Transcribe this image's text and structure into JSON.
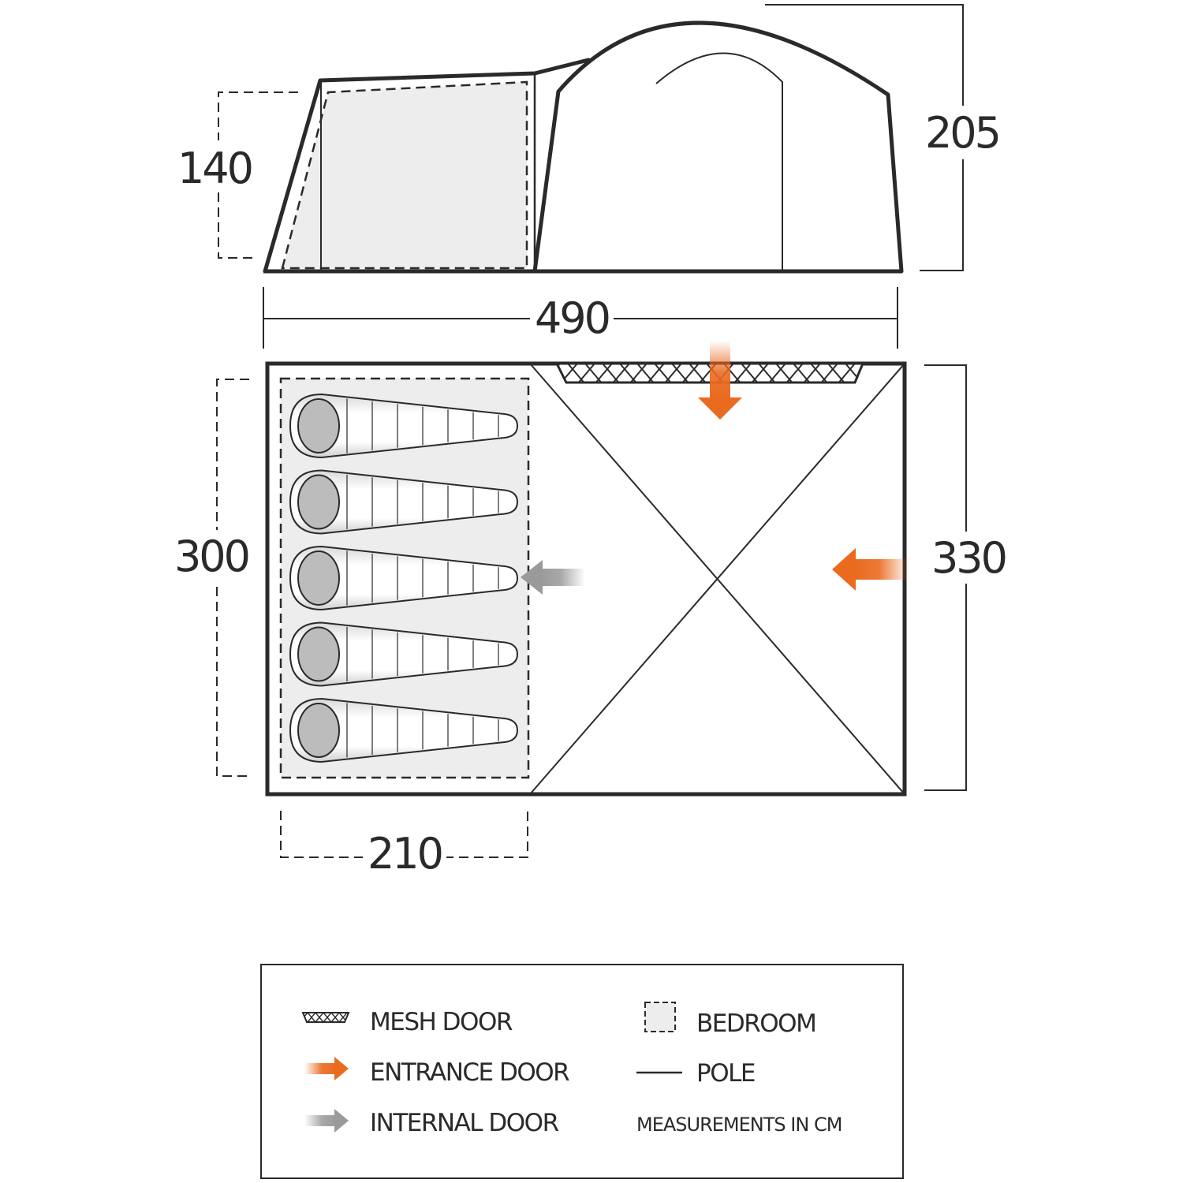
{
  "dimensions": {
    "inner_height": "140",
    "total_height": "205",
    "total_length": "490",
    "bedroom_width": "300",
    "total_width": "330",
    "bedroom_length": "210"
  },
  "legend": {
    "mesh_door": "MESH DOOR",
    "entrance_door": "ENTRANCE DOOR",
    "internal_door": "INTERNAL DOOR",
    "bedroom": "BEDROOM",
    "pole": "POLE",
    "note": "MEASUREMENTS IN CM"
  },
  "sleeping_bags": 5,
  "colors": {
    "line": "#2a2a2a",
    "bedroom_fill": "#ededed",
    "orange": "#ea6a1f",
    "grey_arrow": "#9a9a9a",
    "bag_head": "#bcbcbc"
  },
  "icons": [
    "mesh-door-icon",
    "entrance-arrow-icon",
    "internal-arrow-icon",
    "bedroom-icon",
    "pole-icon",
    "sleeping-bag-icon"
  ]
}
